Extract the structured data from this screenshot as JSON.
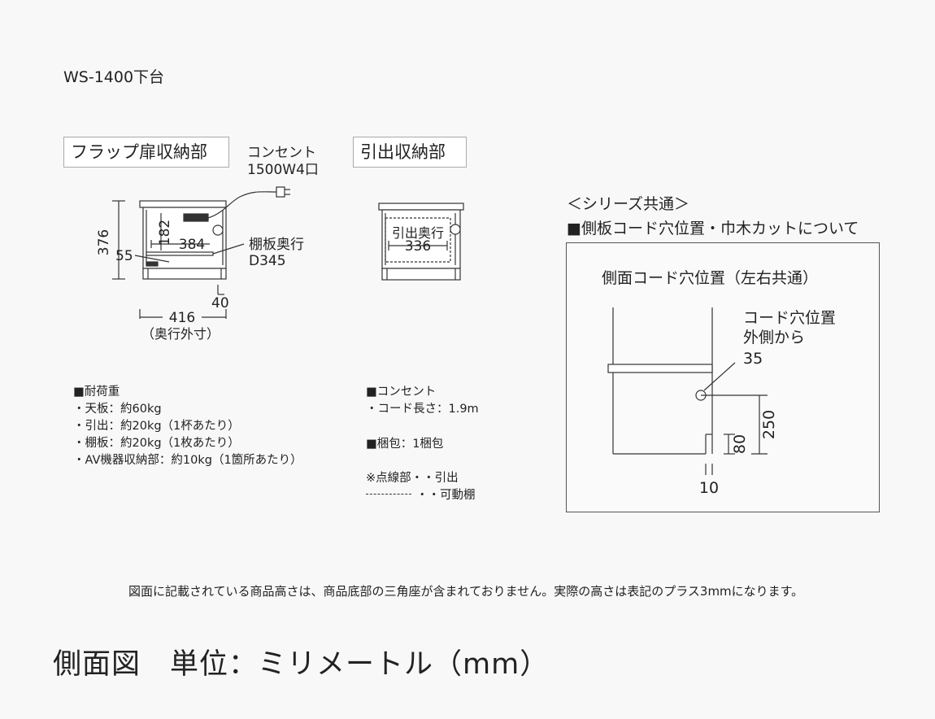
{
  "model_title": "WS-1400下台",
  "flap": {
    "label": "フラップ扉収納部",
    "outlet_label_line1": "コンセント",
    "outlet_label_line2": "1500W4口",
    "dim_height": "376",
    "dim_182": "182",
    "dim_384": "384",
    "dim_55": "55",
    "shelf_line1": "棚板奥行",
    "shelf_line2": "D345",
    "dim_40": "40",
    "dim_416": "416",
    "outer_note": "（奥行外寸）"
  },
  "drawer": {
    "label": "引出収納部",
    "inner_label": "引出奥行",
    "dim_336": "336"
  },
  "common": {
    "series_title": "＜シリーズ共通＞",
    "cutout_title": "■側板コード穴位置・巾木カットについて",
    "panel_title": "側面コード穴位置（左右共通）",
    "hole_line1": "コード穴位置",
    "hole_line2": "外側から",
    "dim_35": "35",
    "dim_250": "250",
    "dim_80": "80",
    "dim_10": "10"
  },
  "specs": {
    "load_title": "■耐荷重",
    "load_items": [
      "・天板：約60kg",
      "・引出：約20kg（1杯あたり）",
      "・棚板：約20kg（1枚あたり）",
      "・AV機器収納部：約10kg（1箇所あたり）"
    ],
    "outlet_title": "■コンセント",
    "outlet_cord": "・コード長さ：1.9m",
    "package": "■梱包：1梱包",
    "legend_title": "※点線部・・引出",
    "legend_shelf": "・・可動棚"
  },
  "note": "図面に記載されている商品高さは、商品底部の三角座が含まれておりません。実際の高さは表記のプラス3mmになります。",
  "bottom_title": "側面図　単位：ミリメートル（mm）"
}
